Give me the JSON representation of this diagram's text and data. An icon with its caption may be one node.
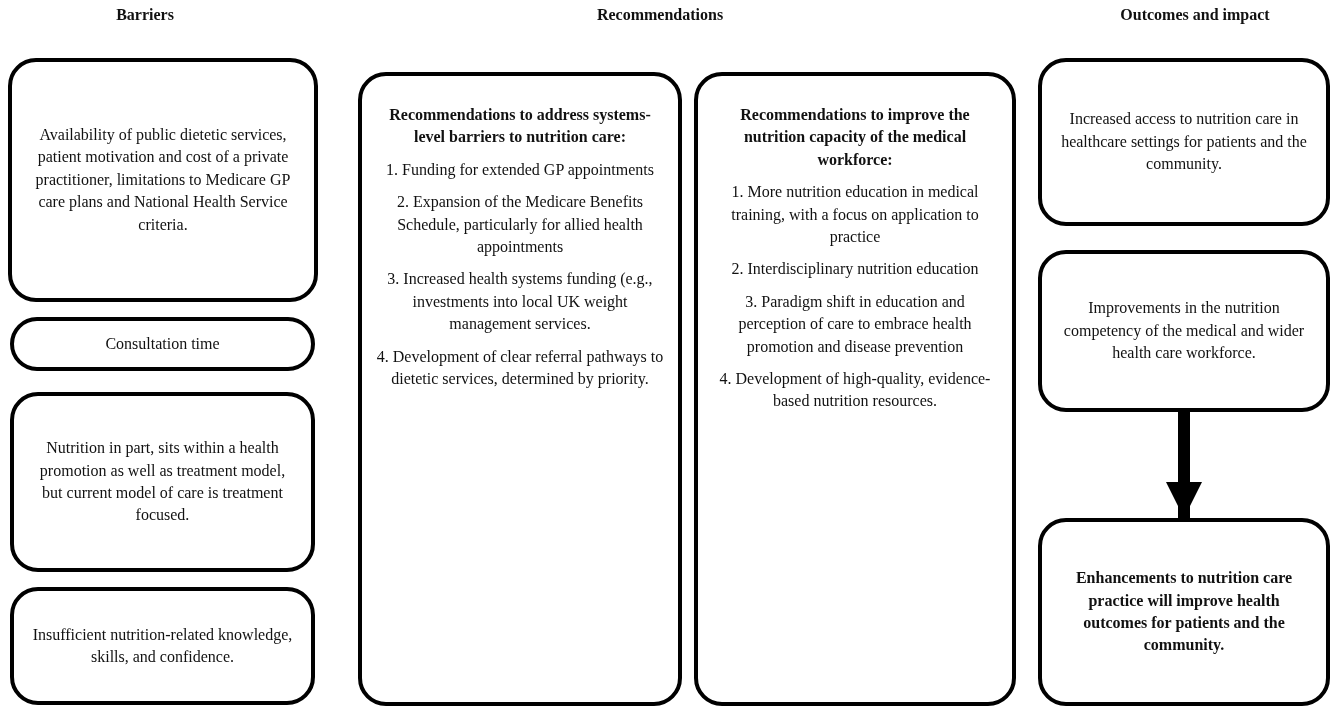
{
  "diagram": {
    "nodes": [
      {
        "text": [
          "Availability of public dietetic services, patient motivation and cost of a private practitioner, limitations to Medicare GP care plans and National Health Service criteria."
        ]
      },
      {
        "text": [
          "Consultation time"
        ]
      },
      {
        "text": [
          "Nutrition in part, sits within a health promotion as well as treatment model, but current model of care is treatment focused."
        ]
      },
      {
        "text": [
          "Insufficient nutrition-related knowledge, skills, and confidence."
        ]
      },
      {
        "text": [
          "Recommendations to address systems-level barriers to nutrition care:",
          "1. Funding for extended GP appointments",
          "2. Expansion of the Medicare Benefits Schedule, particularly for allied health appointments",
          "3. Increased health systems funding (e.g., investments into local UK weight management services.",
          "4. Development of clear referral pathways to dietetic services, determined by priority."
        ]
      },
      {
        "text": [
          "Recommendations to improve the nutrition capacity of the medical workforce:",
          "1. More nutrition education in medical training, with a focus on application to practice",
          "2. Interdisciplinary nutrition education",
          "3. Paradigm shift in education and perception of care to embrace health promotion and disease prevention",
          "4. Development of high-quality, evidence-based nutrition resources."
        ]
      },
      {
        "text": [
          "Increased access to nutrition care in healthcare settings for patients and the community."
        ]
      },
      {
        "text": [
          "Improvements in the nutrition competency of the medical and wider health care workforce."
        ]
      },
      {
        "text": [
          "Enhancements to nutrition care practice will improve health outcomes for patients and the community."
        ]
      }
    ],
    "edges": [
      {
        "from": 7,
        "to": 8,
        "arrow": "to"
      }
    ],
    "labels": [
      "Barriers",
      "Recommendations",
      "Outcomes and impact"
    ]
  }
}
